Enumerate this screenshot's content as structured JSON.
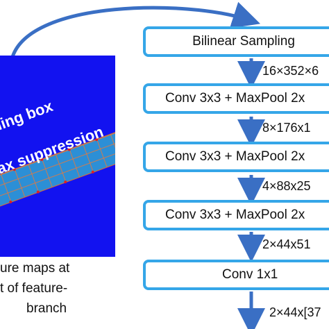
{
  "feature_panel": {
    "text_line1": "nding box",
    "text_line2": "ax suppression"
  },
  "caption": {
    "lines": [
      "ure maps at",
      "t of feature-",
      "branch"
    ]
  },
  "pipeline": {
    "steps": [
      {
        "label": "Bilinear Sampling"
      },
      {
        "label": "Conv 3x3 + MaxPool 2x"
      },
      {
        "label": "Conv 3x3 + MaxPool 2x"
      },
      {
        "label": "Conv 3x3 + MaxPool 2x"
      },
      {
        "label": "Conv 1x1"
      }
    ],
    "dims": [
      "16×352×6",
      "8×176x1",
      "4×88x25",
      "2×44x51",
      "2×44x[37"
    ]
  },
  "colors": {
    "panel_blue": "#1212f0",
    "box_border": "#35a6e8",
    "arrow": "#3a6fc4"
  }
}
